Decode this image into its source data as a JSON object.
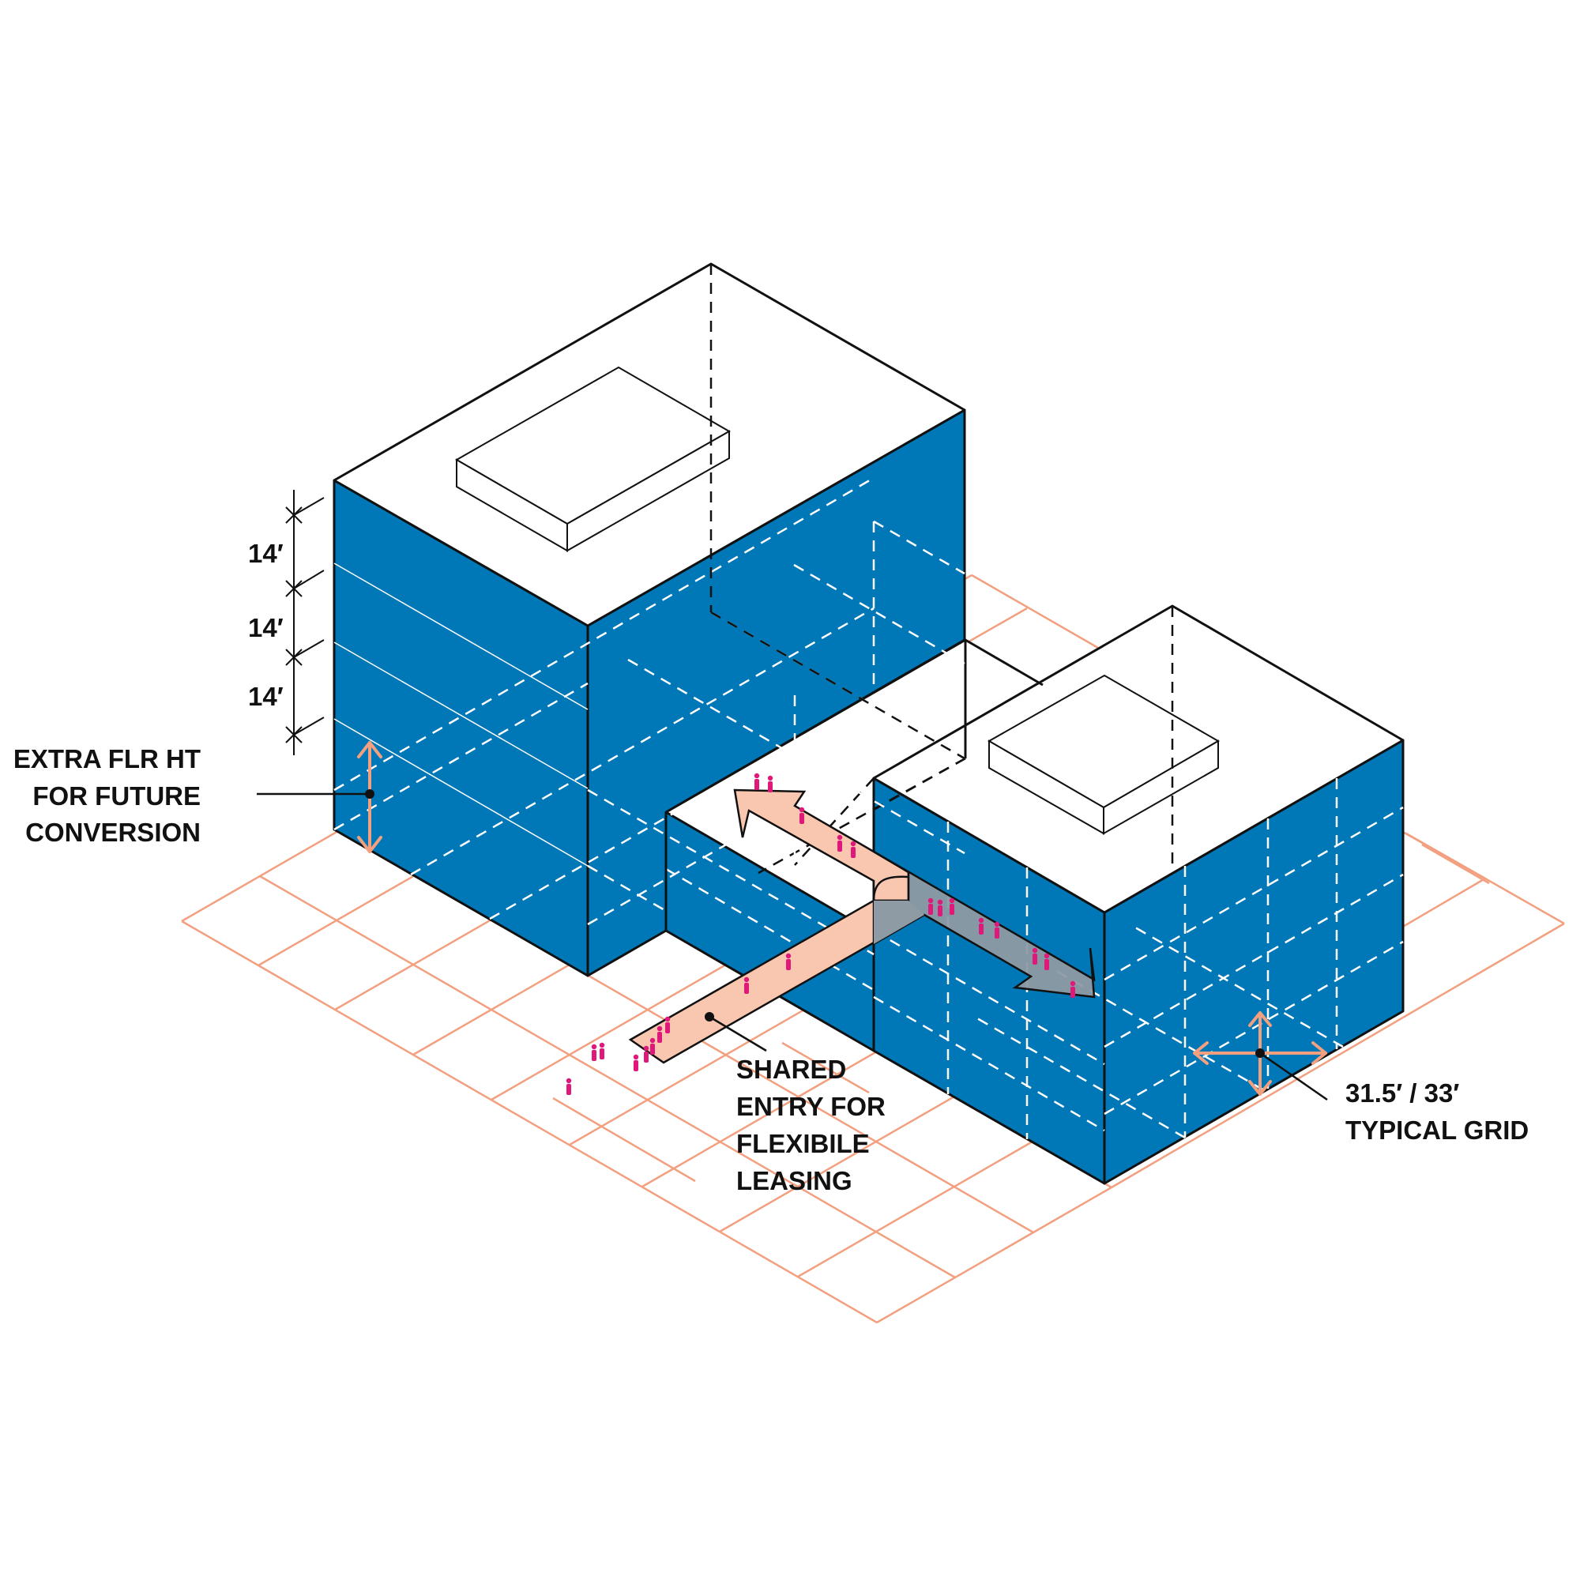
{
  "colors": {
    "building_blue": "#0077b6",
    "grid_orange": "#f2a07f",
    "path_peach": "#f9c7b0",
    "shared_gray": "#8e9aa4",
    "people_magenta": "#e0187a",
    "line": "#111111"
  },
  "annotations": {
    "floor_heights": [
      "14′",
      "14′",
      "14′"
    ],
    "extra_floor": [
      "EXTRA FLR HT",
      "FOR FUTURE",
      "CONVERSION"
    ],
    "shared_entry": [
      "SHARED",
      "ENTRY FOR",
      "FLEXIBILE",
      "LEASING"
    ],
    "typical_grid": [
      "31.5′ / 33′",
      "TYPICAL GRID"
    ]
  }
}
